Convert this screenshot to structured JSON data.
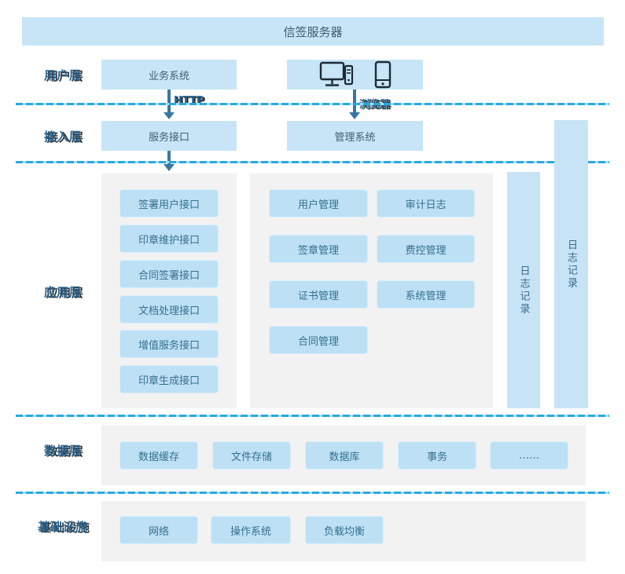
{
  "banner": {
    "title": "信签服务器"
  },
  "connectors": {
    "http_label": "HTTP",
    "browser_label": "浏览器"
  },
  "layers": {
    "user": {
      "label": "用户层",
      "business_system": "业务系统"
    },
    "access": {
      "label": "接入层",
      "service_interface": "服务接口",
      "management_system": "管理系统"
    },
    "application": {
      "label": "应用层",
      "interfaces": [
        "签署用户接口",
        "印章维护接口",
        "合同签署接口",
        "文档处理接口",
        "增值服务接口",
        "印章生成接口"
      ],
      "modules": [
        "用户管理",
        "审计日志",
        "签章管理",
        "费控管理",
        "证书管理",
        "系统管理",
        "合同管理"
      ],
      "log_bar_inner": "日志记录",
      "log_bar_outer": "日志记录"
    },
    "data": {
      "label": "数据层",
      "items": [
        "数据缓存",
        "文件存储",
        "数据库",
        "事务",
        "……"
      ]
    },
    "infrastructure": {
      "label": "基础设施",
      "items": [
        "网络",
        "操作系统",
        "负载均衡"
      ]
    }
  },
  "icons": {
    "desktop": "desktop-computer-icon",
    "phone": "smartphone-icon"
  },
  "colors": {
    "outer_box_blue": "#c7e5f7",
    "inner_box_blue": "#bde0f5",
    "container_gray": "#f2f2f2",
    "dash_blue": "#29a9e0",
    "arrow_blue": "#3878a0",
    "label_blue": "#2b6691"
  }
}
